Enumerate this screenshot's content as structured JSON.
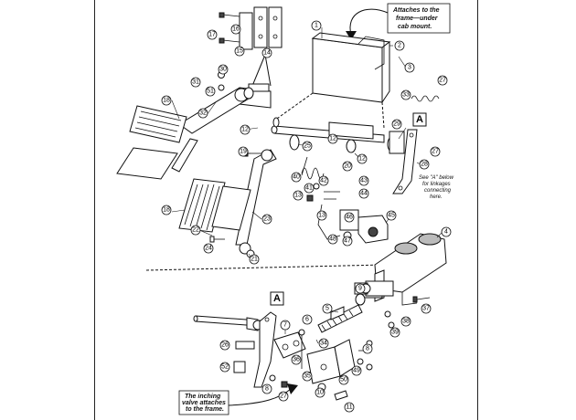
{
  "callouts": {
    "top_right": [
      "Attaches to the",
      "frame—under",
      "cab mount."
    ],
    "bottom_left": [
      "The inching",
      "valve attaches",
      "to the frame."
    ],
    "see_a": [
      "See \"A\" below",
      "for linkages",
      "connecting",
      "here."
    ]
  },
  "view_labels": {
    "a_top": "A",
    "a_bottom": "A"
  },
  "part_numbers": {
    "n1": "1",
    "n2": "2",
    "n3": "3",
    "n4": "4",
    "n5": "5",
    "n6": "6",
    "n7": "7",
    "n8": "8",
    "n9": "9",
    "n10": "10",
    "n11": "11",
    "n12a": "12",
    "n12b": "12",
    "n12c": "12",
    "n13a": "13",
    "n13b": "13",
    "n14": "14",
    "n15": "15",
    "n16": "16",
    "n17": "17",
    "n18a": "18",
    "n18b": "18",
    "n19": "19",
    "n20": "20",
    "n21": "21",
    "n22": "22",
    "n23": "23",
    "n24": "24",
    "n25": "25",
    "n26": "26",
    "n27a": "27",
    "n27b": "27",
    "n27c": "27",
    "n28": "28",
    "n29": "29",
    "n30": "30",
    "n31": "31",
    "n32": "32",
    "n33": "33",
    "n34": "34",
    "n35": "35",
    "n36": "36",
    "n37": "37",
    "n38": "38",
    "n39": "39",
    "n40": "40",
    "n41": "41",
    "n42": "42",
    "n43": "43",
    "n44": "44",
    "n45": "45",
    "n46": "46",
    "n47": "47",
    "n48": "48",
    "n49": "49",
    "n50": "50",
    "n51": "51",
    "n52": "52"
  }
}
